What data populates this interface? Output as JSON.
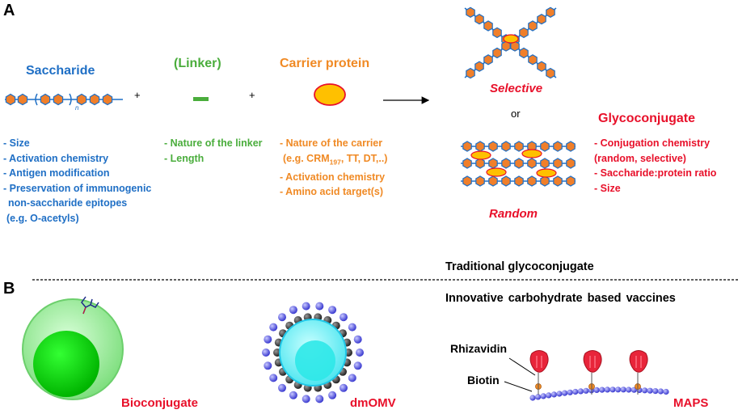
{
  "panels": {
    "a": "A",
    "b": "B"
  },
  "saccharide": {
    "title": "Saccharide",
    "subscript": "n",
    "items": [
      "- Size",
      "- Activation chemistry",
      "- Antigen modification",
      "- Preservation of immunogenic",
      "  non-saccharide epitopes",
      "  (e.g. O-acetyls)"
    ]
  },
  "linker": {
    "title": "(Linker)",
    "items": [
      "- Nature of the linker",
      "- Length"
    ]
  },
  "carrier": {
    "title": "Carrier protein",
    "item1": "- Nature of the carrier",
    "item2_pre": "(e.g. CRM",
    "item2_sub": "197",
    "item2_post": ", TT, DT,..)",
    "item3": "- Activation chemistry",
    "item4": "- Amino acid target(s)"
  },
  "plus": "+",
  "selective": "Selective",
  "or": "or",
  "random": "Random",
  "glycoconjugate": {
    "title": "Glycoconjugate",
    "items": [
      "- Conjugation chemistry",
      "(random, selective)",
      "- Saccharide:protein ratio",
      "- Size"
    ]
  },
  "traditional": "Traditional glycoconjugate",
  "innovative": "Innovative carbohydrate based vaccines",
  "bioconjugate": "Bioconjugate",
  "dmomv": "dmOMV",
  "maps": "MAPS",
  "rhizavidin": "Rhizavidin",
  "biotin": "Biotin",
  "colors": {
    "blue": "#1f6fc5",
    "green": "#4aad3c",
    "orange": "#f08a25",
    "red": "#e8102a",
    "hexagon": "#f07f2a",
    "ellipse_fill": "#ffc000",
    "ellipse_stroke": "#e8102a"
  }
}
